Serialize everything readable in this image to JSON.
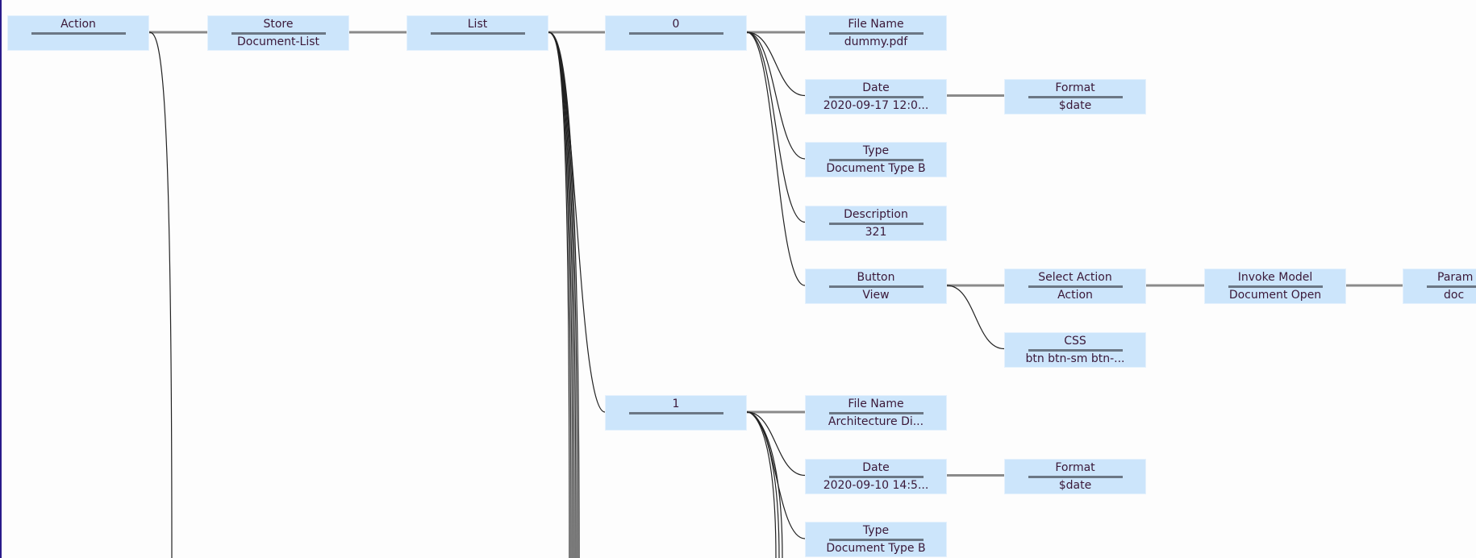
{
  "nodes": [
    {
      "id": "action",
      "title": "Action",
      "value": "",
      "parent": null
    },
    {
      "id": "store",
      "title": "Store",
      "value": "Document-List",
      "parent": "action"
    },
    {
      "id": "list",
      "title": "List",
      "value": "",
      "parent": "store"
    },
    {
      "id": "item0",
      "title": "0",
      "value": "",
      "parent": "list"
    },
    {
      "id": "fn0",
      "title": "File Name",
      "value": "dummy.pdf",
      "parent": "item0"
    },
    {
      "id": "date0",
      "title": "Date",
      "value": "2020-09-17 12:0...",
      "parent": "item0"
    },
    {
      "id": "fmt0",
      "title": "Format",
      "value": "$date",
      "parent": "date0"
    },
    {
      "id": "type0",
      "title": "Type",
      "value": "Document Type B",
      "parent": "item0"
    },
    {
      "id": "desc0",
      "title": "Description",
      "value": "321",
      "parent": "item0"
    },
    {
      "id": "btn0",
      "title": "Button",
      "value": "View",
      "parent": "item0"
    },
    {
      "id": "sel0",
      "title": "Select Action",
      "value": "Action",
      "parent": "btn0"
    },
    {
      "id": "inv0",
      "title": "Invoke Model",
      "value": "Document Open",
      "parent": "sel0"
    },
    {
      "id": "param0",
      "title": "Param",
      "value": "doc",
      "parent": "inv0"
    },
    {
      "id": "css0",
      "title": "CSS",
      "value": "btn btn-sm btn-...",
      "parent": "btn0"
    },
    {
      "id": "item1",
      "title": "1",
      "value": "",
      "parent": "list"
    },
    {
      "id": "fn1",
      "title": "File Name",
      "value": "Architecture Di...",
      "parent": "item1"
    },
    {
      "id": "date1",
      "title": "Date",
      "value": "2020-09-10 14:5...",
      "parent": "item1"
    },
    {
      "id": "fmt1",
      "title": "Format",
      "value": "$date",
      "parent": "date1"
    },
    {
      "id": "type1",
      "title": "Type",
      "value": "Document Type B",
      "parent": "item1"
    }
  ],
  "colors": {
    "node_fill": "#cce5fb",
    "text": "#3a1838",
    "edge": "#222222",
    "straight_edge": "#8a8a8a"
  }
}
